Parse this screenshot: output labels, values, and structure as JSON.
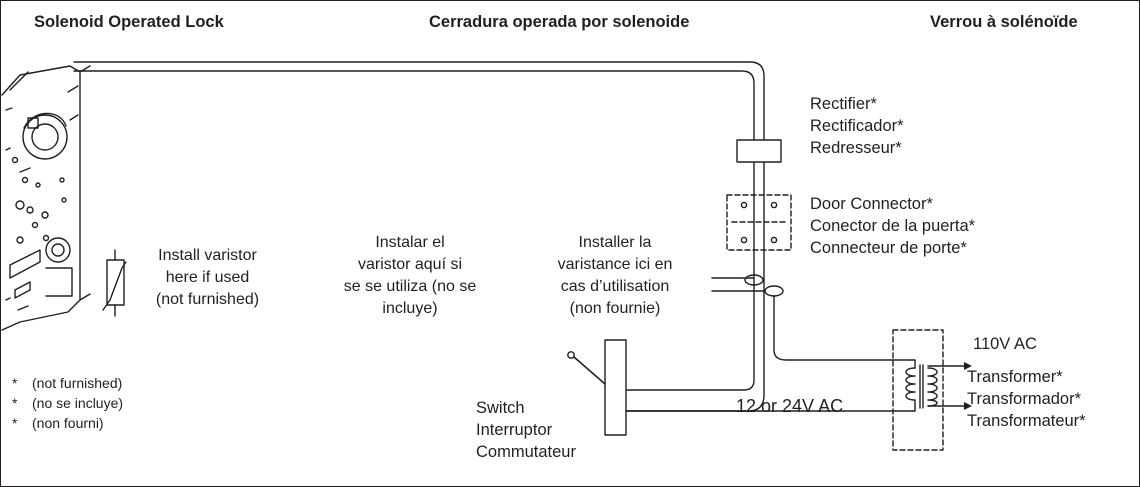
{
  "headers": {
    "english": "Solenoid Operated Lock",
    "spanish": "Cerradura operada por solenoide",
    "french": "Verrou à solénoïde"
  },
  "varistor": {
    "english": [
      "Install varistor",
      "here if used",
      "(not furnished)"
    ],
    "spanish": [
      "Instalar el",
      "varistor aquí si",
      "se se utiliza (no se",
      "incluye)"
    ],
    "french": [
      "Installer la",
      "varistance ici en",
      "cas d’utilisation",
      "(non fournie)"
    ]
  },
  "rectifier": [
    "Rectifier*",
    "Rectificador*",
    "Redresseur*"
  ],
  "door_connector": [
    "Door Connector*",
    "Conector de la puerta*",
    "Connecteur de porte*"
  ],
  "transformer": {
    "input": "110V AC",
    "labels": [
      "Transformer*",
      "Transformador*",
      "Transformateur*"
    ]
  },
  "switch": [
    "Switch",
    "Interruptor",
    "Commutateur"
  ],
  "voltage_label": "12 or 24V AC",
  "notes": [
    {
      "star": "*",
      "text": "(not furnished)"
    },
    {
      "star": "*",
      "text": "(no se incluye)"
    },
    {
      "star": "*",
      "text": "(non fourni)"
    }
  ]
}
